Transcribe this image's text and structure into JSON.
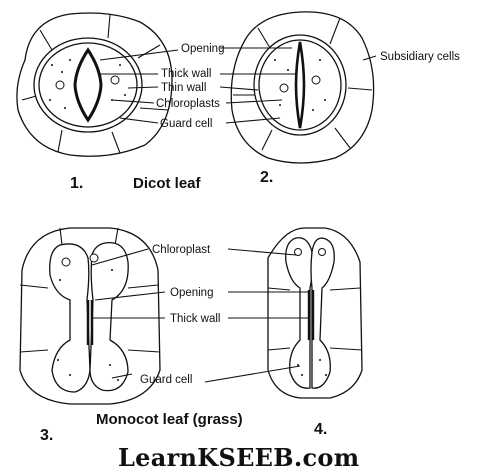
{
  "labels": {
    "opening": "Opening",
    "thick_wall": "Thick wall",
    "thin_wall": "Thin wall",
    "chloroplasts": "Chloroplasts",
    "guard_cell": "Guard cell",
    "subsidiary_cells": "Subsidiary cells",
    "chloroplast": "Chloroplast",
    "opening_2": "Opening",
    "thick_wall_2": "Thick wall",
    "guard_cell_2": "Guard cell"
  },
  "numbers": {
    "n1": "1.",
    "n2": "2.",
    "n3": "3.",
    "n4": "4."
  },
  "captions": {
    "dicot": "Dicot  leaf",
    "monocot": "Monocot leaf (grass)"
  },
  "brand": "LearnKSEEB.com"
}
